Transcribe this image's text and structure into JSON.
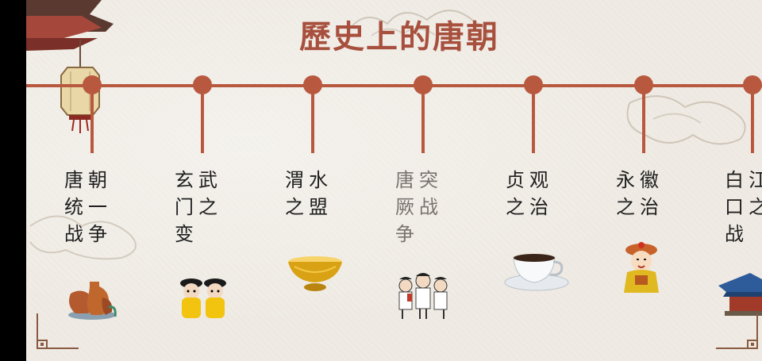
{
  "title": "歷史上的唐朝",
  "colors": {
    "accent": "#b8593f",
    "title": "#a8503e",
    "paper": "#efebe4"
  },
  "events": [
    {
      "label": "唐朝统一战争",
      "icon": "pottery-vases-icon",
      "faded": false
    },
    {
      "label": "玄武门之变",
      "icon": "qing-figures-icon",
      "faded": false
    },
    {
      "label": "渭水之盟",
      "icon": "gold-bowl-icon",
      "faded": false
    },
    {
      "label": "唐突厥战争",
      "icon": "children-group-icon",
      "faded": true
    },
    {
      "label": "贞观之治",
      "icon": "coffee-cup-icon",
      "faded": false
    },
    {
      "label": "永徽之治",
      "icon": "official-figure-icon",
      "faded": false
    },
    {
      "label": "白江口之战",
      "icon": "pavilion-icon",
      "faded": false
    }
  ]
}
